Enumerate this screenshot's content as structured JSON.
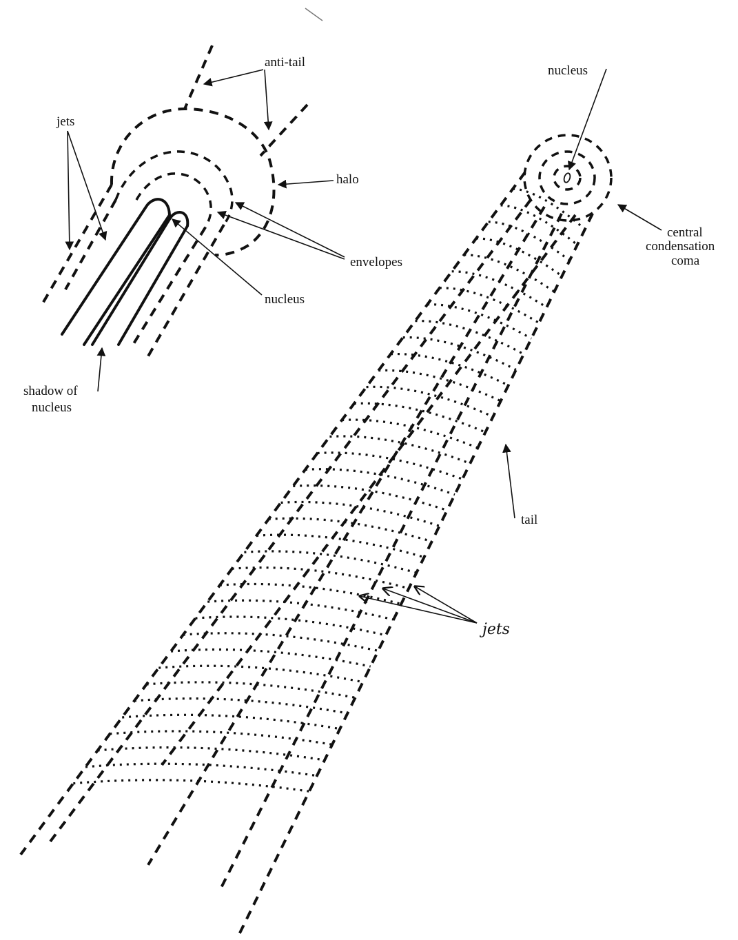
{
  "left_diagram": {
    "labels": {
      "anti_tail": "anti-tail",
      "jets": "jets",
      "halo": "halo",
      "envelopes": "envelopes",
      "nucleus": "nucleus",
      "shadow_line1": "shadow of",
      "shadow_line2": "nucleus"
    }
  },
  "right_diagram": {
    "labels": {
      "nucleus": "nucleus",
      "coma_line1": "central",
      "coma_line2": "condensation",
      "coma_line3": "coma",
      "tail": "tail",
      "jets": "jets"
    }
  }
}
